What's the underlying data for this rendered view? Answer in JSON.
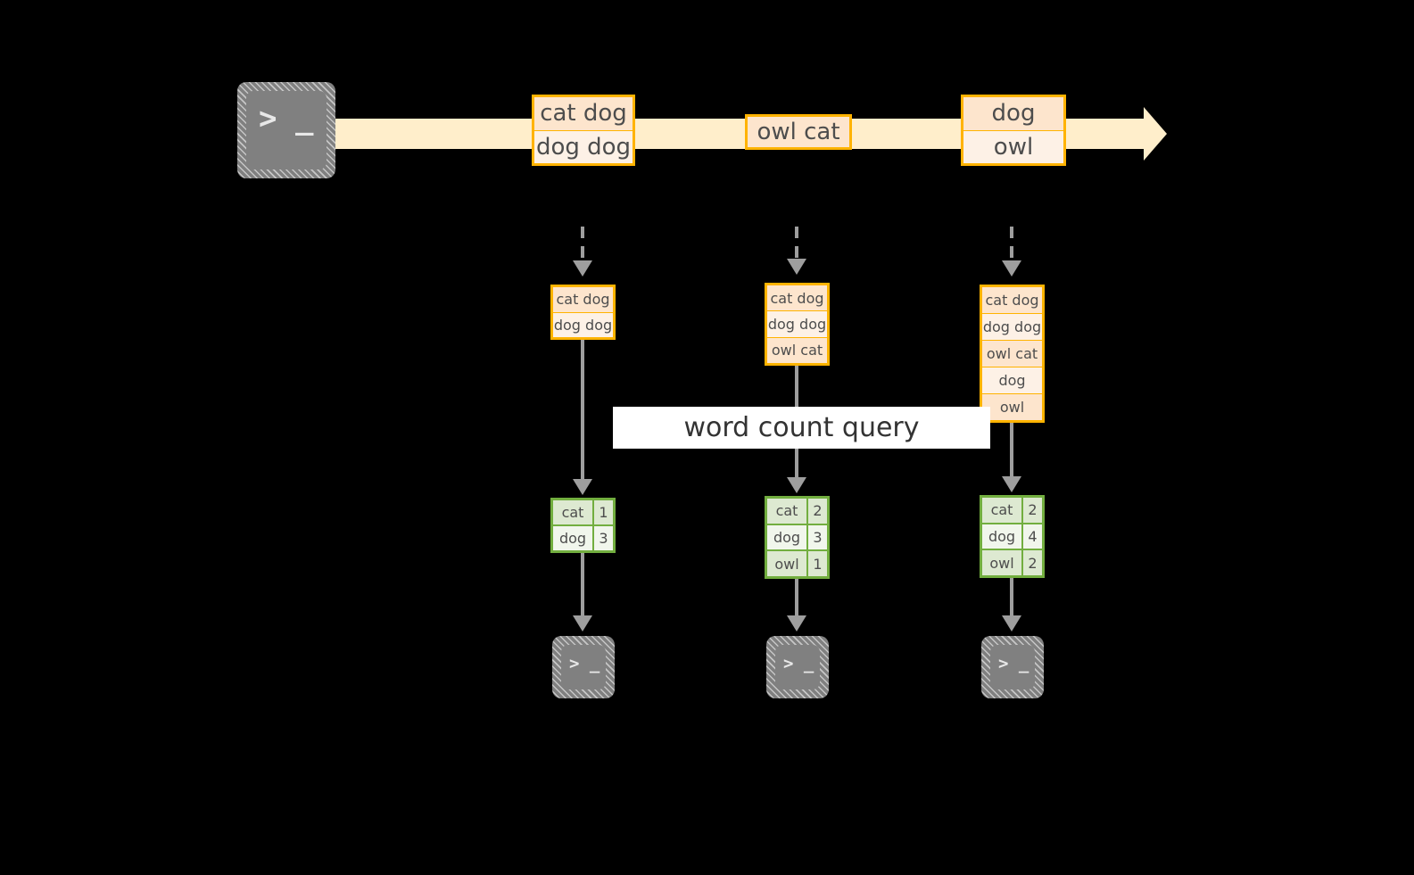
{
  "diagram": {
    "background_color": "#000000",
    "accent_orange": "#ffb300",
    "accent_green": "#72ae3f",
    "stream_fill": "#ffeecb",
    "connector_gray": "#9e9e9e",
    "terminal_gray": "#808080",
    "query_label": "word count query",
    "terminal_prompt": "> _"
  },
  "stream": {
    "source_icon": "terminal-icon",
    "events": [
      {
        "name": "event-group-1",
        "lines": [
          "cat dog",
          "dog dog"
        ]
      },
      {
        "name": "event-group-2",
        "lines": [
          "owl cat"
        ]
      },
      {
        "name": "event-group-3",
        "lines": [
          "dog",
          "owl"
        ]
      }
    ]
  },
  "snapshots": [
    {
      "name": "snapshot-1",
      "lines": [
        "cat dog",
        "dog dog"
      ],
      "result": {
        "rows": [
          {
            "word": "cat",
            "count": "1"
          },
          {
            "word": "dog",
            "count": "3"
          }
        ]
      },
      "sink_icon": "terminal-icon"
    },
    {
      "name": "snapshot-2",
      "lines": [
        "cat dog",
        "dog dog",
        "owl cat"
      ],
      "result": {
        "rows": [
          {
            "word": "cat",
            "count": "2"
          },
          {
            "word": "dog",
            "count": "3"
          },
          {
            "word": "owl",
            "count": "1"
          }
        ]
      },
      "sink_icon": "terminal-icon"
    },
    {
      "name": "snapshot-3",
      "lines": [
        "cat dog",
        "dog dog",
        "owl cat",
        "dog",
        "owl"
      ],
      "result": {
        "rows": [
          {
            "word": "cat",
            "count": "2"
          },
          {
            "word": "dog",
            "count": "4"
          },
          {
            "word": "owl",
            "count": "2"
          }
        ]
      },
      "sink_icon": "terminal-icon"
    }
  ]
}
